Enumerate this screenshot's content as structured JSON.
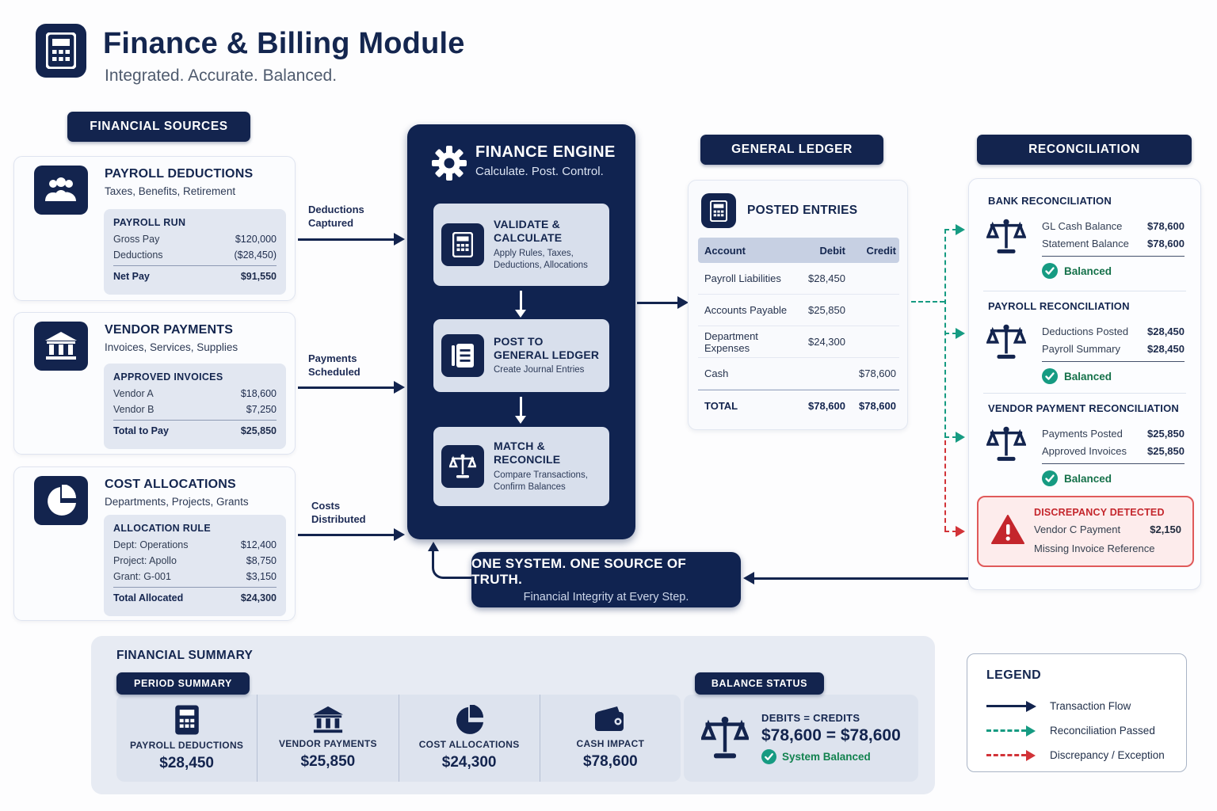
{
  "header": {
    "title": "Finance & Billing Module",
    "subtitle": "Integrated. Accurate. Balanced."
  },
  "sources": {
    "label": "FINANCIAL SOURCES",
    "cards": [
      {
        "title": "PAYROLL DEDUCTIONS",
        "subtitle": "Taxes, Benefits, Retirement",
        "panel_title": "PAYROLL RUN",
        "rows": [
          {
            "label": "Gross Pay",
            "value": "$120,000"
          },
          {
            "label": "Deductions",
            "value": "($28,450)"
          }
        ],
        "total": {
          "label": "Net Pay",
          "value": "$91,550"
        }
      },
      {
        "title": "VENDOR PAYMENTS",
        "subtitle": "Invoices, Services, Supplies",
        "panel_title": "APPROVED INVOICES",
        "rows": [
          {
            "label": "Vendor A",
            "value": "$18,600"
          },
          {
            "label": "Vendor B",
            "value": "$7,250"
          }
        ],
        "total": {
          "label": "Total to Pay",
          "value": "$25,850"
        }
      },
      {
        "title": "COST ALLOCATIONS",
        "subtitle": "Departments, Projects, Grants",
        "panel_title": "ALLOCATION RULE",
        "rows": [
          {
            "label": "Dept: Operations",
            "value": "$12,400"
          },
          {
            "label": "Project: Apollo",
            "value": "$8,750"
          },
          {
            "label": "Grant: G-001",
            "value": "$3,150"
          }
        ],
        "total": {
          "label": "Total Allocated",
          "value": "$24,300"
        }
      }
    ]
  },
  "flows": [
    {
      "label": "Deductions\nCaptured"
    },
    {
      "label": "Payments\nScheduled"
    },
    {
      "label": "Costs\nDistributed"
    }
  ],
  "flow_labels": {
    "f1a": "Deductions",
    "f1b": "Captured",
    "f2a": "Payments",
    "f2b": "Scheduled",
    "f3a": "Costs",
    "f3b": "Distributed"
  },
  "engine": {
    "title": "FINANCE ENGINE",
    "subtitle": "Calculate. Post. Control.",
    "steps": [
      {
        "title": "VALIDATE & CALCULATE",
        "desc": "Apply Rules, Taxes, Deductions, Allocations"
      },
      {
        "title": "POST TO GENERAL LEDGER",
        "desc": "Create Journal Entries"
      },
      {
        "title": "MATCH & RECONCILE",
        "desc": "Compare Transactions, Confirm Balances"
      }
    ]
  },
  "ledger": {
    "label": "GENERAL LEDGER",
    "card_title": "POSTED ENTRIES",
    "columns": {
      "account": "Account",
      "debit": "Debit",
      "credit": "Credit"
    },
    "rows": [
      {
        "account": "Payroll Liabilities",
        "debit": "$28,450",
        "credit": ""
      },
      {
        "account": "Accounts Payable",
        "debit": "$25,850",
        "credit": ""
      },
      {
        "account": "Department Expenses",
        "debit": "$24,300",
        "credit": ""
      },
      {
        "account": "Cash",
        "debit": "",
        "credit": "$78,600"
      }
    ],
    "total": {
      "account": "TOTAL",
      "debit": "$78,600",
      "credit": "$78,600"
    }
  },
  "reconciliation": {
    "label": "RECONCILIATION",
    "sections": [
      {
        "title": "BANK RECONCILIATION",
        "rows": [
          {
            "label": "GL Cash Balance",
            "value": "$78,600"
          },
          {
            "label": "Statement Balance",
            "value": "$78,600"
          }
        ],
        "status": "Balanced"
      },
      {
        "title": "PAYROLL RECONCILIATION",
        "rows": [
          {
            "label": "Deductions Posted",
            "value": "$28,450"
          },
          {
            "label": "Payroll Summary",
            "value": "$28,450"
          }
        ],
        "status": "Balanced"
      },
      {
        "title": "VENDOR PAYMENT RECONCILIATION",
        "rows": [
          {
            "label": "Payments Posted",
            "value": "$25,850"
          },
          {
            "label": "Approved Invoices",
            "value": "$25,850"
          }
        ],
        "status": "Balanced"
      }
    ],
    "discrepancy": {
      "title": "DISCREPANCY DETECTED",
      "item": "Vendor C Payment",
      "value": "$2,150",
      "note": "Missing Invoice Reference"
    }
  },
  "truth_banner": {
    "title": "ONE SYSTEM. ONE SOURCE OF TRUTH.",
    "subtitle": "Financial Integrity at Every Step."
  },
  "summary": {
    "title": "FINANCIAL SUMMARY",
    "period_label": "PERIOD SUMMARY",
    "items": [
      {
        "label": "PAYROLL DEDUCTIONS",
        "value": "$28,450",
        "icon": "calculator-icon"
      },
      {
        "label": "VENDOR PAYMENTS",
        "value": "$25,850",
        "icon": "bank-icon"
      },
      {
        "label": "COST ALLOCATIONS",
        "value": "$24,300",
        "icon": "pie-chart-icon"
      },
      {
        "label": "CASH IMPACT",
        "value": "$78,600",
        "icon": "wallet-icon"
      }
    ],
    "balance_label": "BALANCE STATUS",
    "balance": {
      "title": "DEBITS = CREDITS",
      "equation": "$78,600 = $78,600",
      "status": "System Balanced"
    }
  },
  "legend": {
    "title": "LEGEND",
    "items": [
      {
        "label": "Transaction Flow",
        "style": "solid-navy"
      },
      {
        "label": "Reconciliation Passed",
        "style": "dashed-green"
      },
      {
        "label": "Discrepancy / Exception",
        "style": "dashed-red"
      }
    ]
  },
  "colors": {
    "navy": "#13244e",
    "engine_navy": "#102350",
    "green": "#169b82",
    "green_text": "#15714a",
    "red": "#d23338",
    "panel_gray": "#e2e7f1",
    "table_header": "#c7d0e3"
  }
}
